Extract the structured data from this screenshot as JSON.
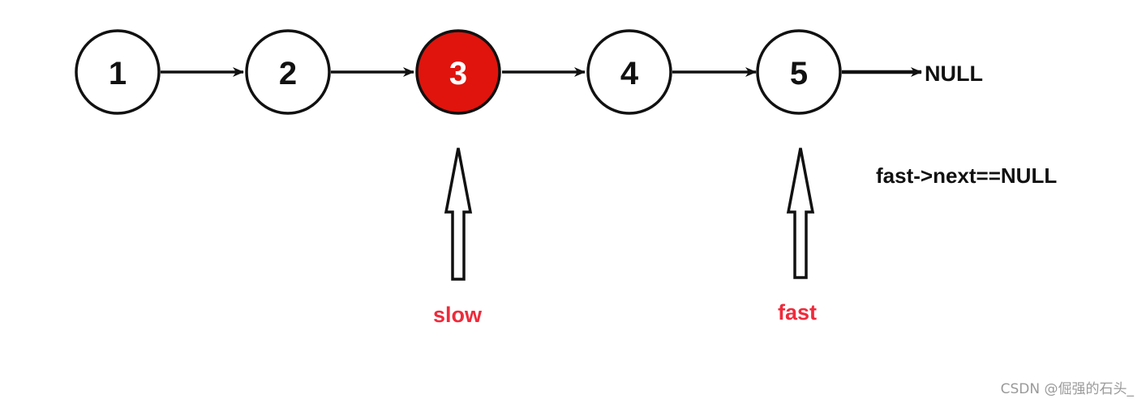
{
  "nodes": [
    {
      "label": "1",
      "highlighted": false
    },
    {
      "label": "2",
      "highlighted": false
    },
    {
      "label": "3",
      "highlighted": true
    },
    {
      "label": "4",
      "highlighted": false
    },
    {
      "label": "5",
      "highlighted": false
    }
  ],
  "null_label": "NULL",
  "condition": "fast->next==NULL",
  "pointers": {
    "slow": {
      "label": "slow",
      "node_index": 2
    },
    "fast": {
      "label": "fast",
      "node_index": 4
    }
  },
  "watermark": "CSDN @倔强的石头_",
  "colors": {
    "highlight_fill": "#e0140c",
    "highlight_text": "#ffffff",
    "node_fill": "#ffffff",
    "node_stroke": "#111111",
    "node_text": "#111111",
    "pointer_label": "#ee2b3b"
  }
}
